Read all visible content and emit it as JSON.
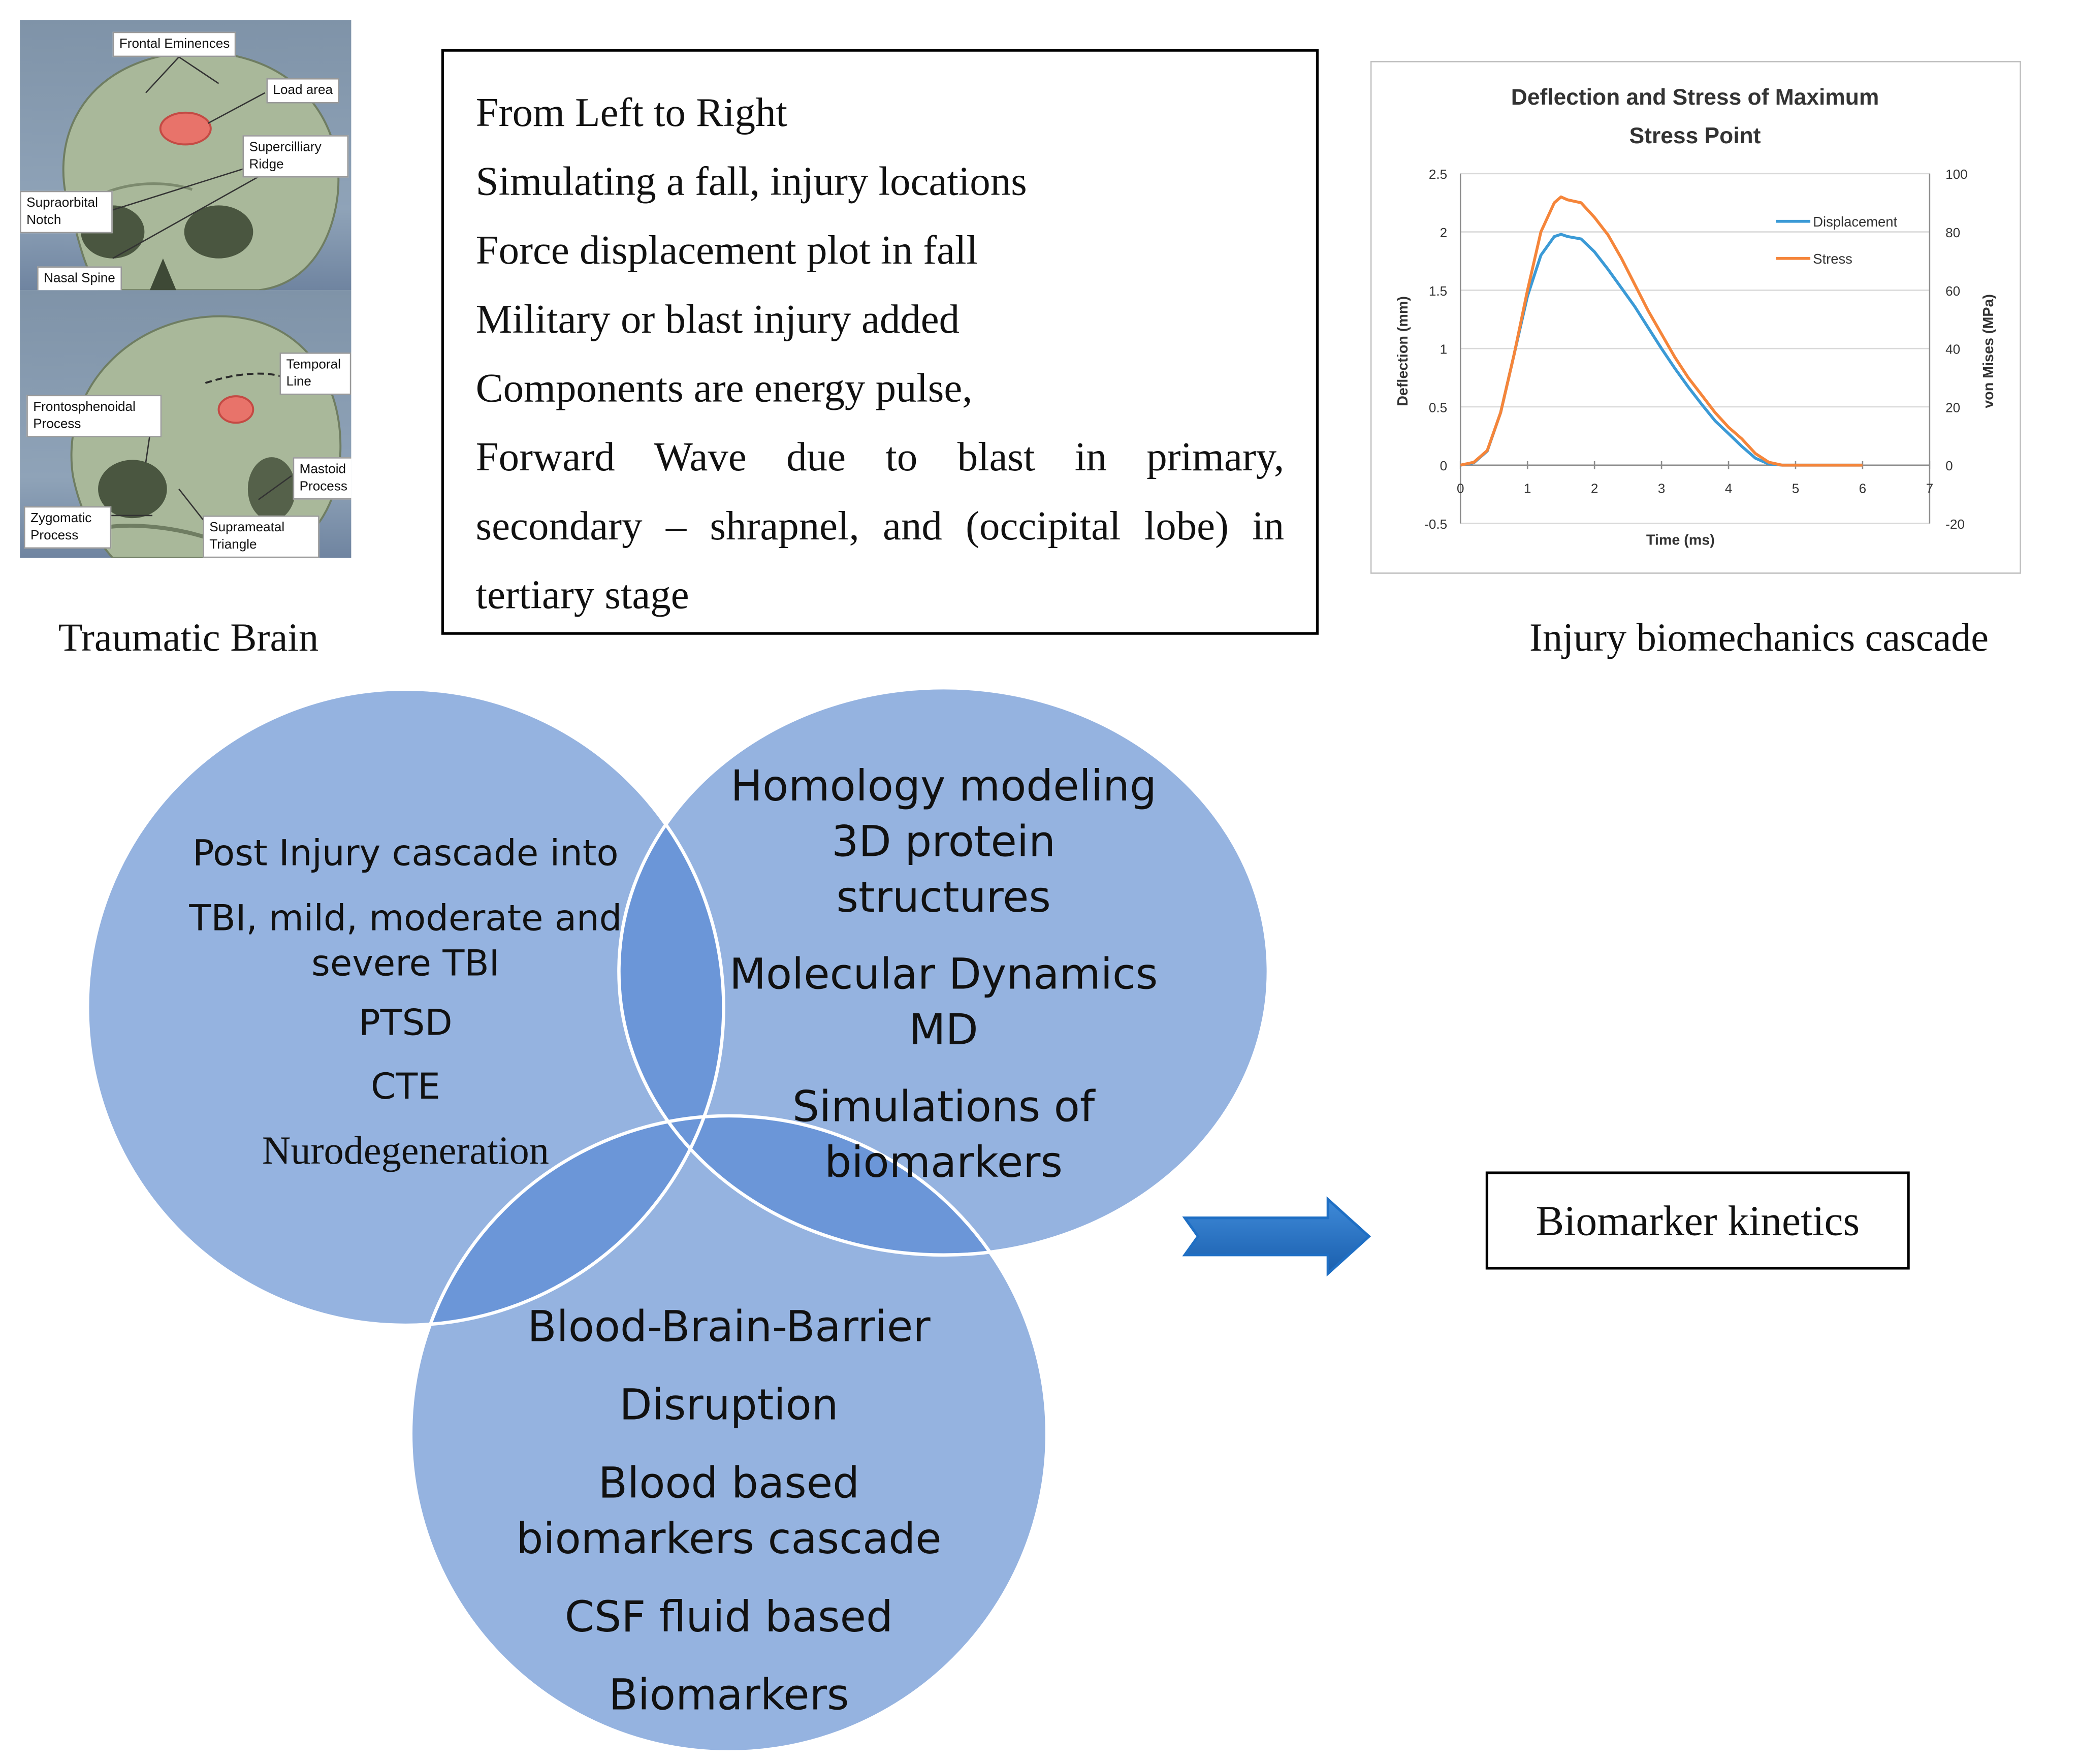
{
  "skull_top": {
    "labels": [
      "Frontal Eminences",
      "Load area",
      "Supercilliary\nRidge",
      "Supraorbital\nNotch",
      "Nasal Spine"
    ]
  },
  "skull_bottom": {
    "labels": [
      "Temporal\nLine",
      "Frontosphenoidal\nProcess",
      "Mastoid\nProcess",
      "Zygomatic\nProcess",
      "Suprameatal\nTriangle"
    ]
  },
  "captions": {
    "left": "Traumatic Brain",
    "right": "Injury biomechanics cascade"
  },
  "description_box": {
    "lines": [
      "From Left to Right",
      "Simulating a fall, injury locations",
      "Force displacement plot in fall",
      "Military or blast injury added",
      "Components are energy pulse,",
      "Forward Wave due to blast in primary,",
      "secondary – shrapnel, and (occipital lobe) in",
      "tertiary stage"
    ]
  },
  "chart_data": {
    "type": "line",
    "title": "Deflection and Stress of Maximum Stress Point",
    "xlabel": "Time (ms)",
    "ylabel": "Deflection (mm)",
    "y2label": "von Mises (MPa)",
    "xlim": [
      0,
      7
    ],
    "ylim": [
      -0.5,
      2.5
    ],
    "y2lim": [
      -20,
      100
    ],
    "xticks": [
      0,
      1,
      2,
      3,
      4,
      5,
      6,
      7
    ],
    "yticks": [
      -0.5,
      0,
      0.5,
      1,
      1.5,
      2,
      2.5
    ],
    "y2ticks": [
      -20,
      0,
      20,
      40,
      60,
      80,
      100
    ],
    "grid": true,
    "legend": "top-right",
    "series": [
      {
        "name": "Displacement",
        "axis": "left",
        "color": "#3b9ad6",
        "x": [
          0,
          0.2,
          0.4,
          0.6,
          0.8,
          1.0,
          1.2,
          1.4,
          1.5,
          1.6,
          1.8,
          2.0,
          2.2,
          2.4,
          2.6,
          2.8,
          3.0,
          3.2,
          3.4,
          3.6,
          3.8,
          4.0,
          4.2,
          4.4,
          4.6,
          4.8,
          5.0,
          5.5,
          6.0
        ],
        "y": [
          0,
          0.02,
          0.12,
          0.45,
          0.95,
          1.45,
          1.8,
          1.96,
          1.98,
          1.96,
          1.94,
          1.83,
          1.68,
          1.52,
          1.36,
          1.18,
          1.0,
          0.83,
          0.67,
          0.52,
          0.38,
          0.27,
          0.16,
          0.06,
          0.01,
          0,
          0,
          0,
          0
        ]
      },
      {
        "name": "Stress",
        "axis": "right",
        "color": "#f5853a",
        "x": [
          0,
          0.2,
          0.4,
          0.6,
          0.8,
          1.0,
          1.2,
          1.4,
          1.5,
          1.6,
          1.8,
          2.0,
          2.2,
          2.4,
          2.6,
          2.8,
          3.0,
          3.2,
          3.4,
          3.6,
          3.8,
          4.0,
          4.2,
          4.4,
          4.6,
          4.8,
          5.0,
          5.5,
          6.0
        ],
        "y": [
          0,
          1,
          5,
          18,
          38,
          60,
          80,
          90,
          92,
          91,
          90,
          85,
          79,
          71,
          62,
          53,
          45,
          37,
          30,
          24,
          18,
          13,
          9,
          4,
          1,
          0,
          0,
          0,
          0
        ]
      }
    ]
  },
  "venn": {
    "left_circle": {
      "lines": [
        "Post Injury cascade into",
        "TBI, mild, moderate and",
        "severe TBI",
        "PTSD",
        "CTE",
        "Nurodegeneration"
      ]
    },
    "right_circle": {
      "lines": [
        "Homology modeling",
        "3D protein",
        "structures",
        "Molecular Dynamics",
        "MD",
        "Simulations of",
        "biomarkers"
      ]
    },
    "bottom_circle": {
      "lines": [
        "Blood-Brain-Barrier",
        "Disruption",
        "Blood based",
        "biomarkers cascade",
        "CSF fluid based",
        "Biomarkers"
      ]
    },
    "circle_color": "#95b3e0",
    "overlap_color": "#6b96d8"
  },
  "output_box": {
    "label": "Biomarker kinetics"
  },
  "arrow_color": "#1f6fc4"
}
